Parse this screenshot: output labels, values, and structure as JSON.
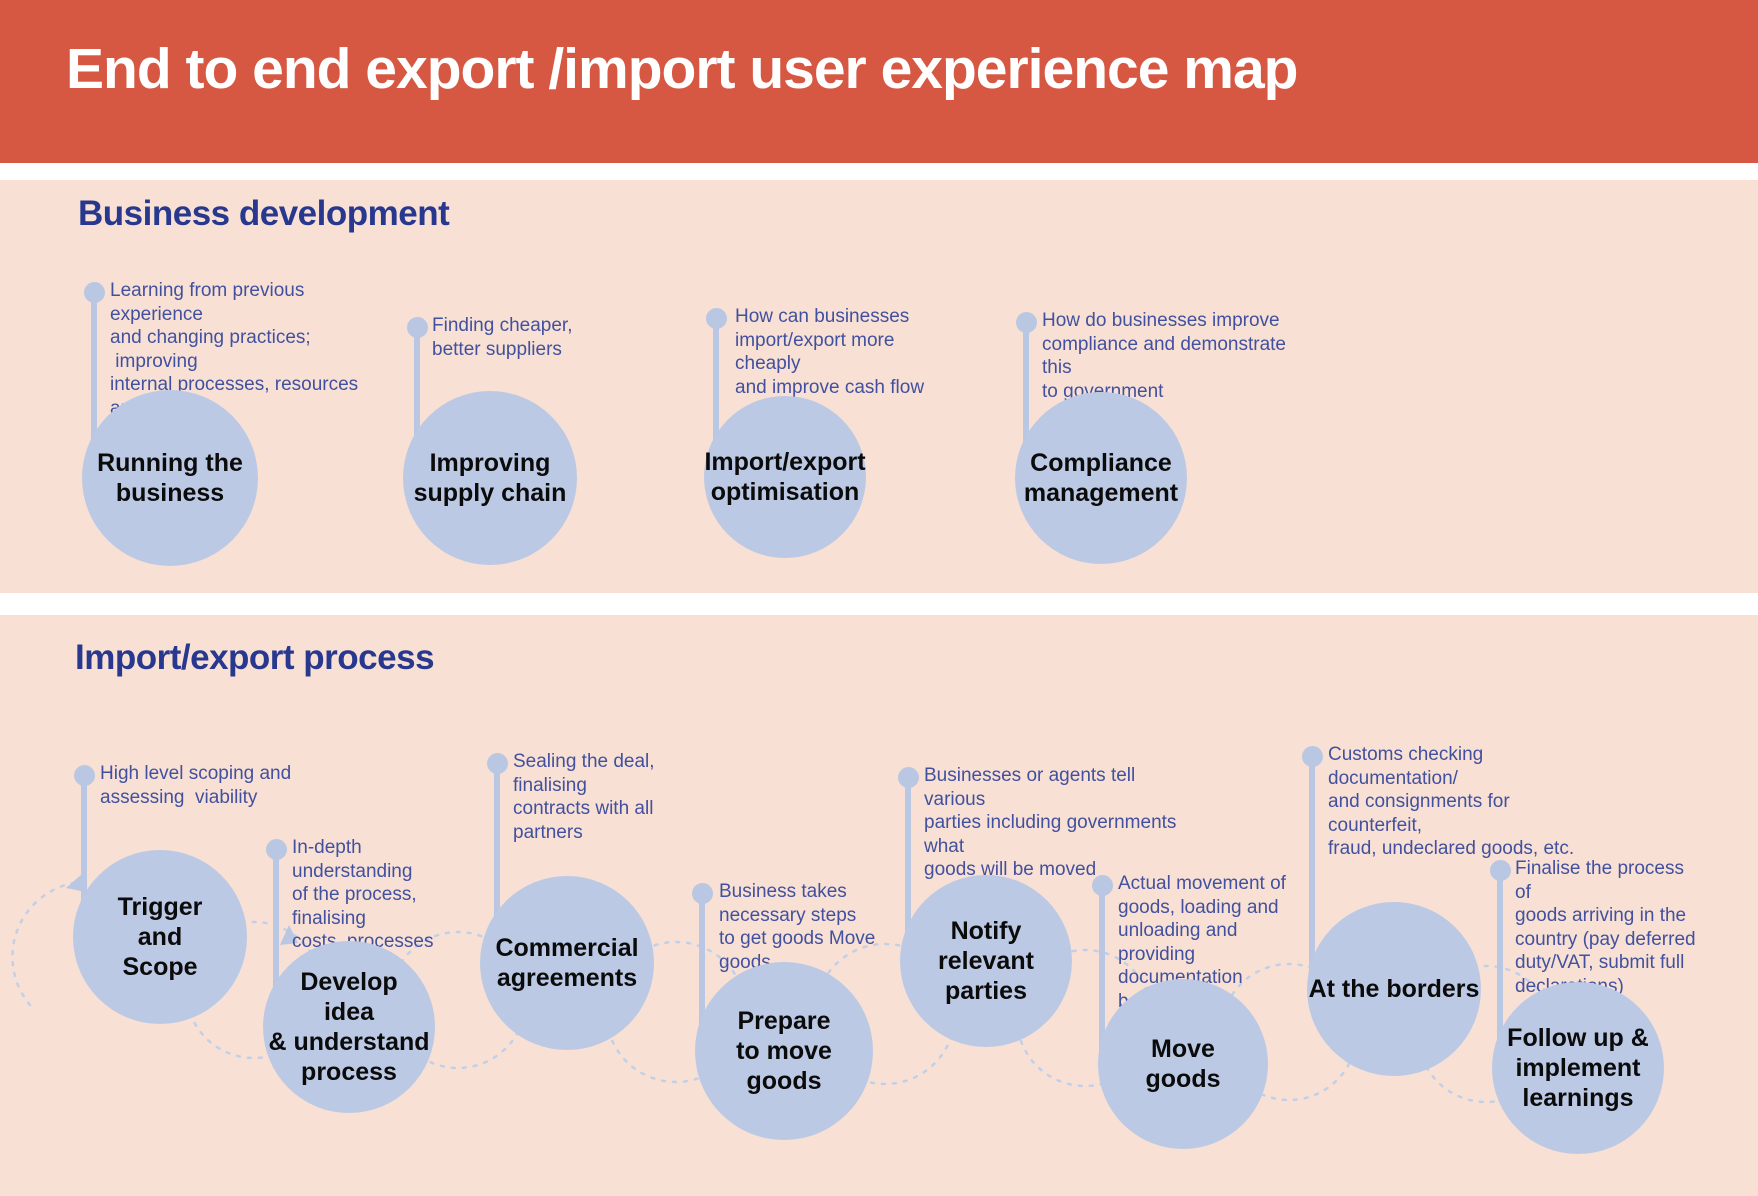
{
  "page": {
    "title": "End to end export /import user experience map"
  },
  "colors": {
    "banner_red": "#d65843",
    "band_peach": "#f8e1d4",
    "circle_blue": "#bcc9e4",
    "dashed_connector_blue": "#c2cfe9",
    "heading_blue": "#27388e",
    "annotation_blue": "#41509f",
    "label_black": "#0b0b0b",
    "title_white": "#ffffff"
  },
  "sections": [
    {
      "heading": "Business development",
      "items": [
        {
          "label": "Running the\nbusiness",
          "note": "Learning from previous experience\nand changing practices;  improving\ninternal processes, resources and\nknowledge"
        },
        {
          "label": "Improving\nsupply chain",
          "note": "Finding cheaper,\nbetter suppliers"
        },
        {
          "label": "Import/export\noptimisation",
          "note": "How can businesses\nimport/export more cheaply\nand improve cash flow"
        },
        {
          "label": "Compliance\nmanagement",
          "note": "How do businesses improve\ncompliance and demonstrate this\nto government"
        }
      ]
    },
    {
      "heading": "Import/export process",
      "items": [
        {
          "label": "Trigger\nand\nScope",
          "note": "High level scoping and\nassessing  viability"
        },
        {
          "label": "Develop\nidea\n& understand\nprocess",
          "note": "In-depth understanding\nof the process, finalising\ncosts, processes"
        },
        {
          "label": "Commercial\nagreements",
          "note": "Sealing the deal, finalising\ncontracts with all partners"
        },
        {
          "label": "Prepare\nto move\ngoods",
          "note": "Business takes\nnecessary steps\nto get goods Move\ngoods"
        },
        {
          "label": "Notify\nrelevant\nparties",
          "note": "Businesses or agents tell various\nparties including governments what\ngoods will be moved"
        },
        {
          "label": "Move\ngoods",
          "note": "Actual movement of\ngoods, loading and\nunloading and providing\ndocumentation between\nparties involved"
        },
        {
          "label": "At the borders",
          "note": "Customs checking documentation/\nand consignments for counterfeit,\nfraud, undeclared goods, etc."
        },
        {
          "label": "Follow up &\nimplement\nlearnings",
          "note": "Finalise the process of\ngoods arriving in the\ncountry (pay deferred\nduty/VAT, submit full\ndeclarations)"
        }
      ]
    }
  ]
}
